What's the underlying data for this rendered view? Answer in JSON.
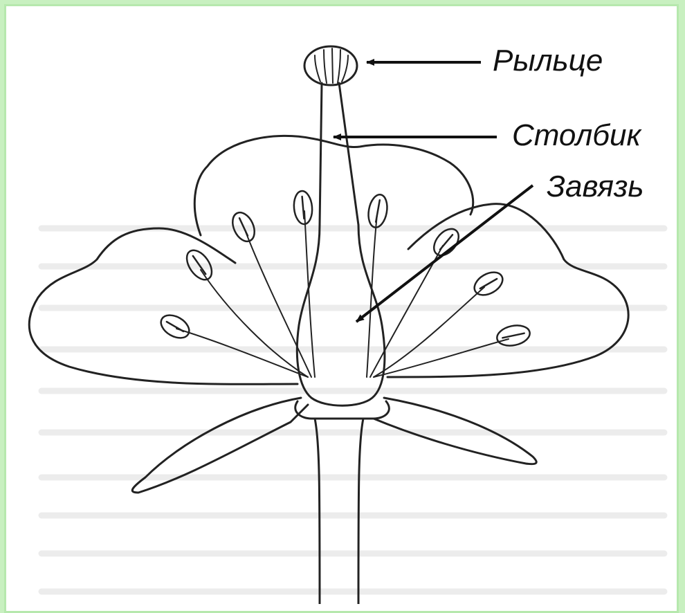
{
  "labels": {
    "stigma": "Рыльце",
    "style": "Столбик",
    "ovary": "Завязь"
  },
  "colors": {
    "background": "#c8f0c0",
    "panel": "#ffffff",
    "line": "#222222",
    "ghost_text": "#e9e9e9"
  }
}
